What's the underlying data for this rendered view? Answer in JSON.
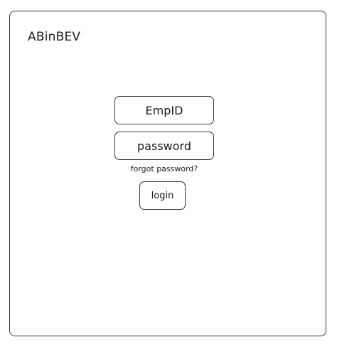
{
  "brand": {
    "logo_text": "ABinBEV"
  },
  "login_form": {
    "empid_placeholder": "EmpID",
    "password_placeholder": "password",
    "forgot_password_label": "forgot password?",
    "login_button_label": "login"
  }
}
